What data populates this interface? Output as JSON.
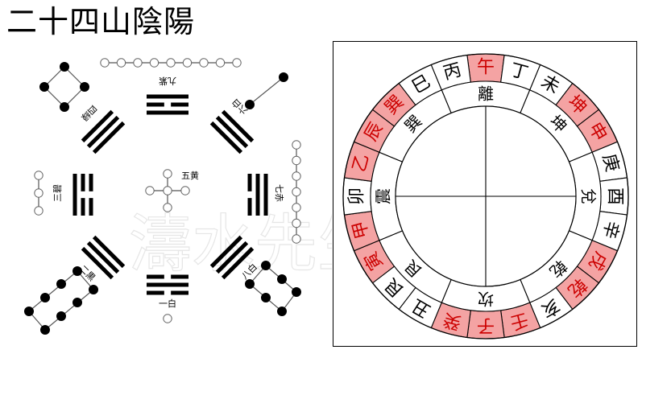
{
  "title": "二十四山陰陽",
  "watermark": "濤水先生",
  "lo_shu": {
    "center": "五黄",
    "stars": [
      {
        "name": "一白",
        "dir": "S"
      },
      {
        "name": "二黒",
        "dir": "NE"
      },
      {
        "name": "三碧",
        "dir": "E"
      },
      {
        "name": "四緑",
        "dir": "SE"
      },
      {
        "name": "六白",
        "dir": "SW"
      },
      {
        "name": "七赤",
        "dir": "W"
      },
      {
        "name": "八白",
        "dir": "NW"
      },
      {
        "name": "九紫",
        "dir": "N"
      }
    ]
  },
  "compass": {
    "inner_trigrams": [
      {
        "label": "離",
        "angle": 0
      },
      {
        "label": "坤",
        "angle": 45
      },
      {
        "label": "兌",
        "angle": 90
      },
      {
        "label": "乾",
        "angle": 135
      },
      {
        "label": "坎",
        "angle": 180
      },
      {
        "label": "艮",
        "angle": 225
      },
      {
        "label": "震",
        "angle": 270
      },
      {
        "label": "巽",
        "angle": 315
      }
    ],
    "mountains": [
      {
        "label": "午",
        "yin": true
      },
      {
        "label": "丁",
        "yin": false
      },
      {
        "label": "未",
        "yin": false
      },
      {
        "label": "坤",
        "yin": true
      },
      {
        "label": "申",
        "yin": true
      },
      {
        "label": "庚",
        "yin": false
      },
      {
        "label": "酉",
        "yin": false
      },
      {
        "label": "辛",
        "yin": false
      },
      {
        "label": "戌",
        "yin": true
      },
      {
        "label": "乾",
        "yin": true
      },
      {
        "label": "亥",
        "yin": false
      },
      {
        "label": "壬",
        "yin": true
      },
      {
        "label": "子",
        "yin": true
      },
      {
        "label": "癸",
        "yin": true
      },
      {
        "label": "丑",
        "yin": false
      },
      {
        "label": "艮",
        "yin": false
      },
      {
        "label": "寅",
        "yin": true
      },
      {
        "label": "甲",
        "yin": true
      },
      {
        "label": "卯",
        "yin": false
      },
      {
        "label": "乙",
        "yin": true
      },
      {
        "label": "辰",
        "yin": true
      },
      {
        "label": "巽",
        "yin": true
      },
      {
        "label": "巳",
        "yin": false
      },
      {
        "label": "丙",
        "yin": false
      }
    ],
    "colors": {
      "yin_fill": "#f4a3a3",
      "yin_text": "#cc0000",
      "yang_fill": "#ffffff",
      "yang_text": "#000000"
    }
  }
}
